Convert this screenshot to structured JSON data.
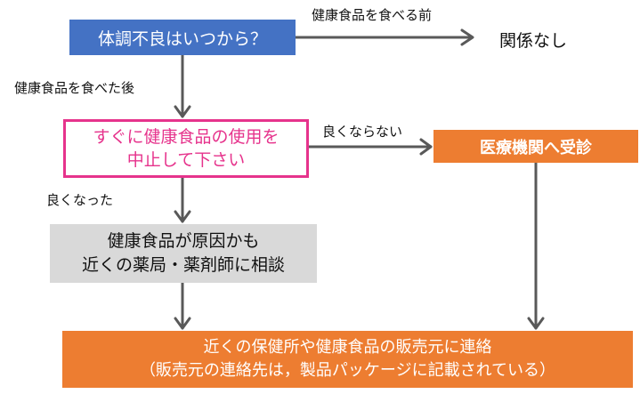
{
  "nodes": {
    "question": "体調不良はいつから？",
    "no_relation": "関係なし",
    "stop_use": [
      "すぐに健康食品の使用を",
      "中止して下さい"
    ],
    "hospital": "医療機関へ受診",
    "consult": [
      "健康食品が原因かも",
      "近くの薬局・薬剤師に相談"
    ],
    "contact": [
      "近くの保健所や健康食品の販売元に連絡",
      "（販売元の連絡先は，製品パッケージに記載されている）"
    ]
  },
  "edges": {
    "before_eating": "健康食品を食べる前",
    "after_eating": "健康食品を食べた後",
    "not_better": "良くならない",
    "got_better": "良くなった"
  },
  "colors": {
    "blue": "#4472c4",
    "magenta": "#e6338c",
    "orange": "#ed7d31",
    "gray": "#d9d9d9",
    "arrow": "#595959"
  }
}
